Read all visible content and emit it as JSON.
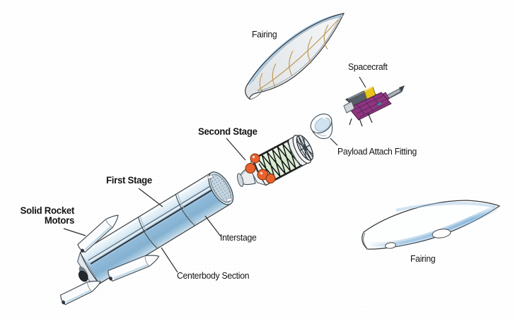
{
  "diagram": {
    "subject": "launch-vehicle-expanded-view",
    "labels": {
      "fairing_top": "Fairing",
      "spacecraft": "Spacecraft",
      "payload_attach_fitting": "Payload Attach Fitting",
      "second_stage": "Second Stage",
      "first_stage": "First Stage",
      "solid_rocket_motors_line1": "Solid Rocket",
      "solid_rocket_motors_line2": "Motors",
      "interstage": "Interstage",
      "centerbody_section": "Centerbody Section",
      "fairing_bottom": "Fairing"
    },
    "colors": {
      "first_stage_blue": "#8fb9d9",
      "second_stage_green": "#d3e8cb",
      "tank_orange": "#e8622e",
      "spacecraft_magenta": "#8d3680",
      "spacecraft_yellow": "#e9c41c",
      "fairing_rim_blue": "#aed0ea",
      "frame_tan": "#c09a58",
      "outline_dark": "#3a3a3a"
    }
  }
}
